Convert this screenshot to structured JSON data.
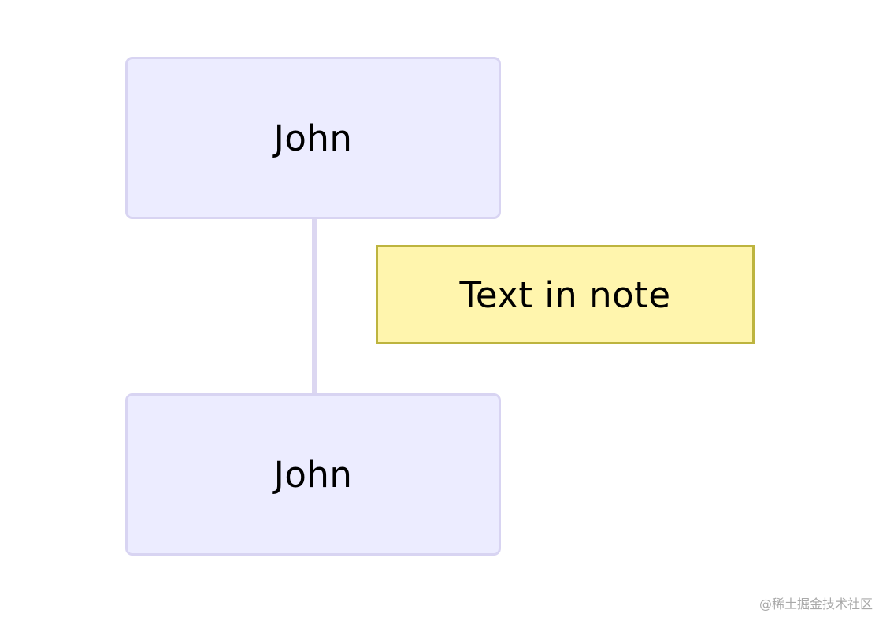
{
  "participants": [
    {
      "label": "John"
    },
    {
      "label": "John"
    }
  ],
  "note": {
    "text": "Text in note"
  },
  "watermark": "@稀土掘金技术社区",
  "colors": {
    "participant_fill": "#ECECFF",
    "participant_border": "#D8D4F2",
    "lifeline": "#DCD7F1",
    "note_fill": "#FFF5AD",
    "note_border": "#BDB43F"
  }
}
